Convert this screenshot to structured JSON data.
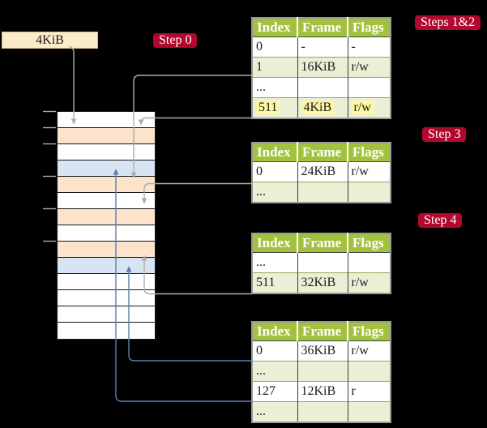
{
  "title": "4-level page table translation diagram",
  "palette": {
    "badge_red": "#b0092d",
    "header_green": "#a2c23d",
    "row_green": "#eaefd6",
    "highlight_yellow": "#fdf6a2",
    "frame_box_cream": "#faecc8",
    "memory_peach": "#fbe3cc",
    "memory_blue": "#d6e4f4",
    "memory_white": "#ffffff",
    "arrow_gray": "#adadad",
    "arrow_blue": "#5b7fb0"
  },
  "labels": {
    "frame_box": "4KiB",
    "step0": "Step 0",
    "steps12": "Steps 1&2",
    "step3": "Step 3",
    "step4": "Step 4"
  },
  "memory_column": {
    "rows": [
      "white",
      "peach",
      "white",
      "blue",
      "peach",
      "white",
      "peach",
      "white",
      "peach",
      "blue",
      "white",
      "white",
      "white",
      "white"
    ]
  },
  "tables": [
    {
      "id": "page-table-level-4",
      "headers": [
        "Index",
        "Frame",
        "Flags"
      ],
      "rows": [
        {
          "cells": [
            "0",
            "-",
            "-"
          ],
          "shaded": false,
          "highlight": false
        },
        {
          "cells": [
            "1",
            "16KiB",
            "r/w"
          ],
          "shaded": true,
          "highlight": false
        },
        {
          "cells": [
            "...",
            "",
            ""
          ],
          "shaded": false,
          "highlight": false
        },
        {
          "cells": [
            "511",
            "4KiB",
            "r/w"
          ],
          "shaded": true,
          "highlight": true
        }
      ]
    },
    {
      "id": "page-table-level-3",
      "headers": [
        "Index",
        "Frame",
        "Flags"
      ],
      "rows": [
        {
          "cells": [
            "0",
            "24KiB",
            "r/w"
          ],
          "shaded": false,
          "highlight": false
        },
        {
          "cells": [
            "...",
            "",
            ""
          ],
          "shaded": true,
          "highlight": false
        }
      ]
    },
    {
      "id": "page-table-level-2",
      "headers": [
        "Index",
        "Frame",
        "Flags"
      ],
      "rows": [
        {
          "cells": [
            "...",
            "",
            ""
          ],
          "shaded": false,
          "highlight": false
        },
        {
          "cells": [
            "511",
            "32KiB",
            "r/w"
          ],
          "shaded": true,
          "highlight": false
        }
      ]
    },
    {
      "id": "page-table-level-1",
      "headers": [
        "Index",
        "Frame",
        "Flags"
      ],
      "rows": [
        {
          "cells": [
            "0",
            "36KiB",
            "r/w"
          ],
          "shaded": false,
          "highlight": false
        },
        {
          "cells": [
            "...",
            "",
            ""
          ],
          "shaded": true,
          "highlight": false
        },
        {
          "cells": [
            "127",
            "12KiB",
            "r"
          ],
          "shaded": false,
          "highlight": false
        },
        {
          "cells": [
            "...",
            "",
            ""
          ],
          "shaded": true,
          "highlight": false
        }
      ]
    }
  ]
}
